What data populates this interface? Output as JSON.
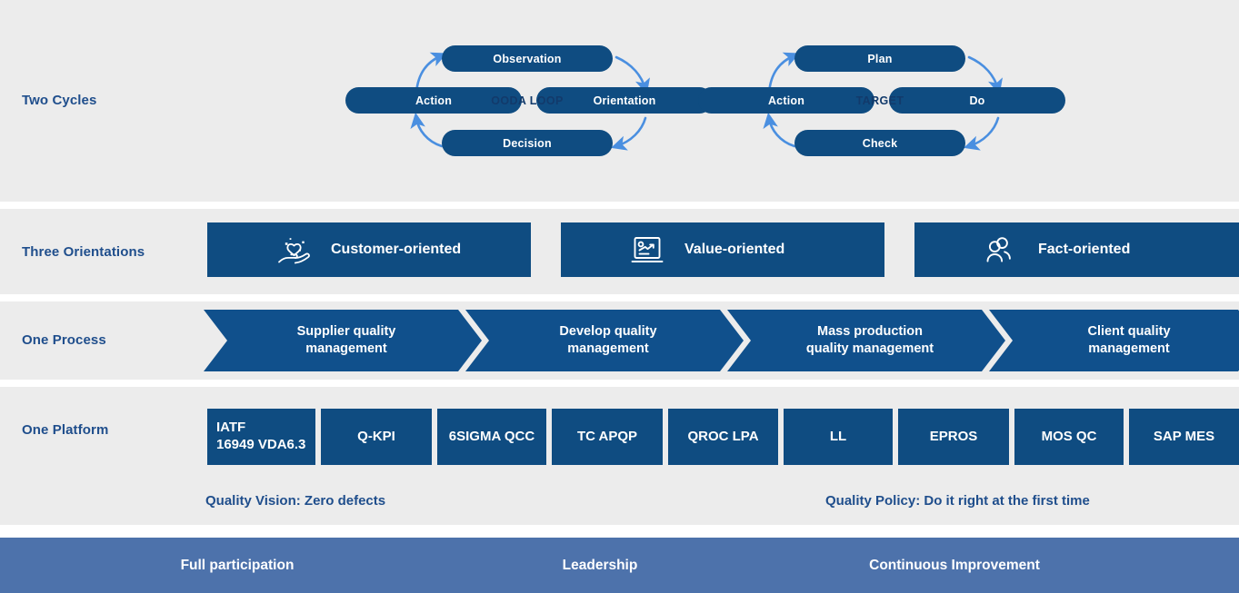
{
  "colors": {
    "band_bg": "#ececec",
    "deep_blue": "#0f4c81",
    "process_blue": "#10508c",
    "arrow_blue": "#4a8fe0",
    "label_blue": "#1f4e8c",
    "bottom_bar": "#4d72ab",
    "page_bg": "#ffffff"
  },
  "rows": {
    "cycles": {
      "label": "Two Cycles"
    },
    "orientations": {
      "label": "Three Orientations"
    },
    "process": {
      "label": "One Process"
    },
    "platform": {
      "label": "One Platform"
    }
  },
  "cycles": [
    {
      "center": "OODA LOOP",
      "nodes": {
        "top": "Observation",
        "right": "Orientation",
        "bottom": "Decision",
        "left": "Action"
      }
    },
    {
      "center": "TARGET",
      "nodes": {
        "top": "Plan",
        "right": "Do",
        "bottom": "Check",
        "left": "Action"
      }
    }
  ],
  "orientations": [
    {
      "label": "Customer-oriented",
      "icon": "hand-heart-icon"
    },
    {
      "label": "Value-oriented",
      "icon": "monitor-growth-chart-icon"
    },
    {
      "label": "Fact-oriented",
      "icon": "people-group-icon"
    }
  ],
  "process": [
    {
      "line1": "Supplier quality",
      "line2": "management"
    },
    {
      "line1": "Develop quality",
      "line2": "management"
    },
    {
      "line1": "Mass production",
      "line2": "quality management"
    },
    {
      "line1": "Client quality",
      "line2": "management"
    }
  ],
  "platform": [
    {
      "line1": "IATF",
      "line2": "16949 VDA6.3",
      "align": "left"
    },
    {
      "line1": "Q-KPI",
      "line2": "",
      "align": "center"
    },
    {
      "line1": "6SIGMA QCC",
      "line2": "",
      "align": "center"
    },
    {
      "line1": "TC APQP",
      "line2": "",
      "align": "center"
    },
    {
      "line1": "QROC LPA",
      "line2": "",
      "align": "center"
    },
    {
      "line1": "LL",
      "line2": "",
      "align": "center"
    },
    {
      "line1": "EPROS",
      "line2": "",
      "align": "center"
    },
    {
      "line1": "MOS QC",
      "line2": "",
      "align": "center"
    },
    {
      "line1": "SAP MES",
      "line2": "",
      "align": "center"
    }
  ],
  "taglines": {
    "vision": "Quality Vision: Zero defects",
    "policy": "Quality Policy: Do it right at the first time"
  },
  "bottom_bar": [
    "Full participation",
    "Leadership",
    "Continuous Improvement"
  ]
}
